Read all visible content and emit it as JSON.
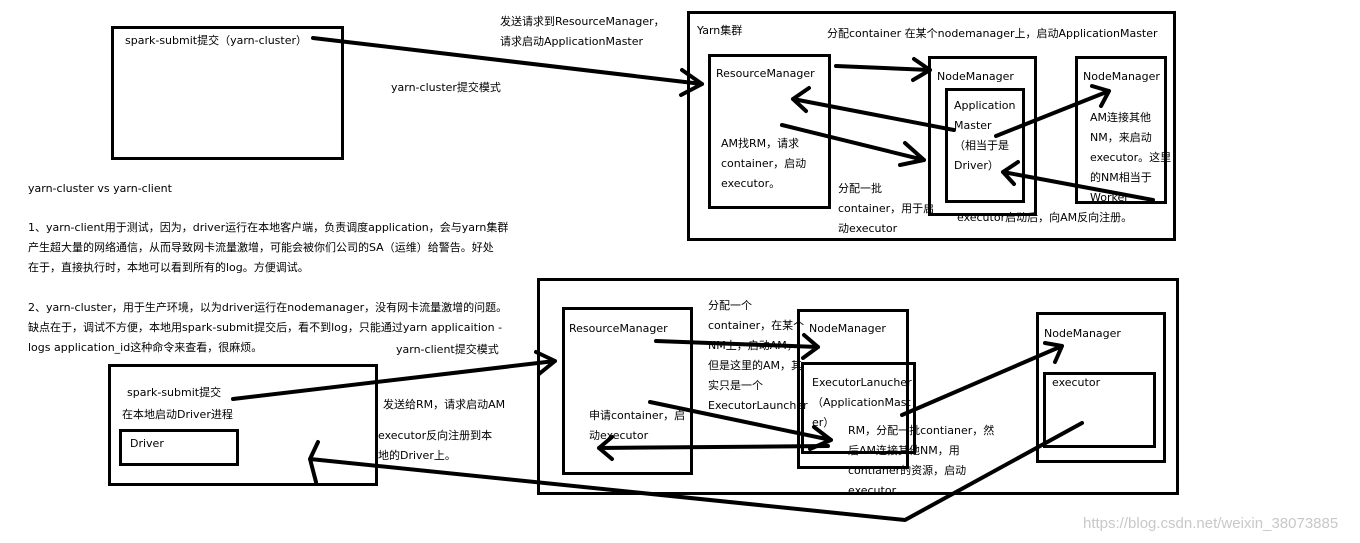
{
  "yarn_cluster": {
    "submit_box_label": "spark-submit提交（yarn-cluster）",
    "request_note": "发送请求到ResourceManager，\n请求启动ApplicationMaster",
    "mode_label": "yarn-cluster提交模式",
    "cluster_title": "Yarn集群",
    "allocate_note": "分配container  在某个nodemanager上，启动ApplicationMaster",
    "rm_label": "ResourceManager",
    "rm_note": "AM找RM，请求\ncontainer，启动\nexecutor。",
    "batch_note": "分配一批\ncontainer，用于启\n动executor",
    "nm1_label": "NodeManager",
    "am_label": "Application\nMaster\n（相当于是\nDriver）",
    "nm2_label": "NodeManager",
    "nm2_note": "AM连接其他\nNM，来启动\nexecutor。这里\n的NM相当于\nWorker",
    "register_note": "executor启动后，向AM反向注册。"
  },
  "comparison": {
    "heading": "yarn-cluster vs yarn-client",
    "point1": "1、yarn-client用于测试，因为，driver运行在本地客户端，负责调度application，会与yarn集群\n产生超大量的网络通信，从而导致网卡流量激增，可能会被你们公司的SA（运维）给警告。好处\n在于，直接执行时，本地可以看到所有的log。方便调试。",
    "point2": "2、yarn-cluster，用于生产环境，以为driver运行在nodemanager，没有网卡流量激增的问题。\n缺点在于，调试不方便，本地用spark-submit提交后，看不到log，只能通过yarn applicaition -\nlogs application_id这种命令来查看，很麻烦。"
  },
  "yarn_client": {
    "mode_label": "yarn-client提交模式",
    "submit_line1": "spark-submit提交",
    "submit_line2": "在本地启动Driver进程",
    "driver_label": "Driver",
    "send_note": "发送给RM，请求启动AM",
    "register_note": "executor反向注册到本\n地的Driver上。",
    "rm_label": "ResourceManager",
    "rm_note": "申请container，启\n动executor",
    "allocate_note": "分配一个\ncontainer，在某个\nNM上，启动AM，\n但是这里的AM，其\n实只是一个\nExecutorLauncher",
    "nm1_label": "NodeManager",
    "launcher_label": "ExecutorLanucher\n（ApplicationMast\ner）",
    "launcher_note": "RM，分配一批contianer，然\n后AM连接其他NM，用\ncontianer的资源，启动\nexecutor",
    "nm2_label": "NodeManager",
    "executor_label": "executor"
  },
  "watermark": "https://blog.csdn.net/weixin_38073885"
}
